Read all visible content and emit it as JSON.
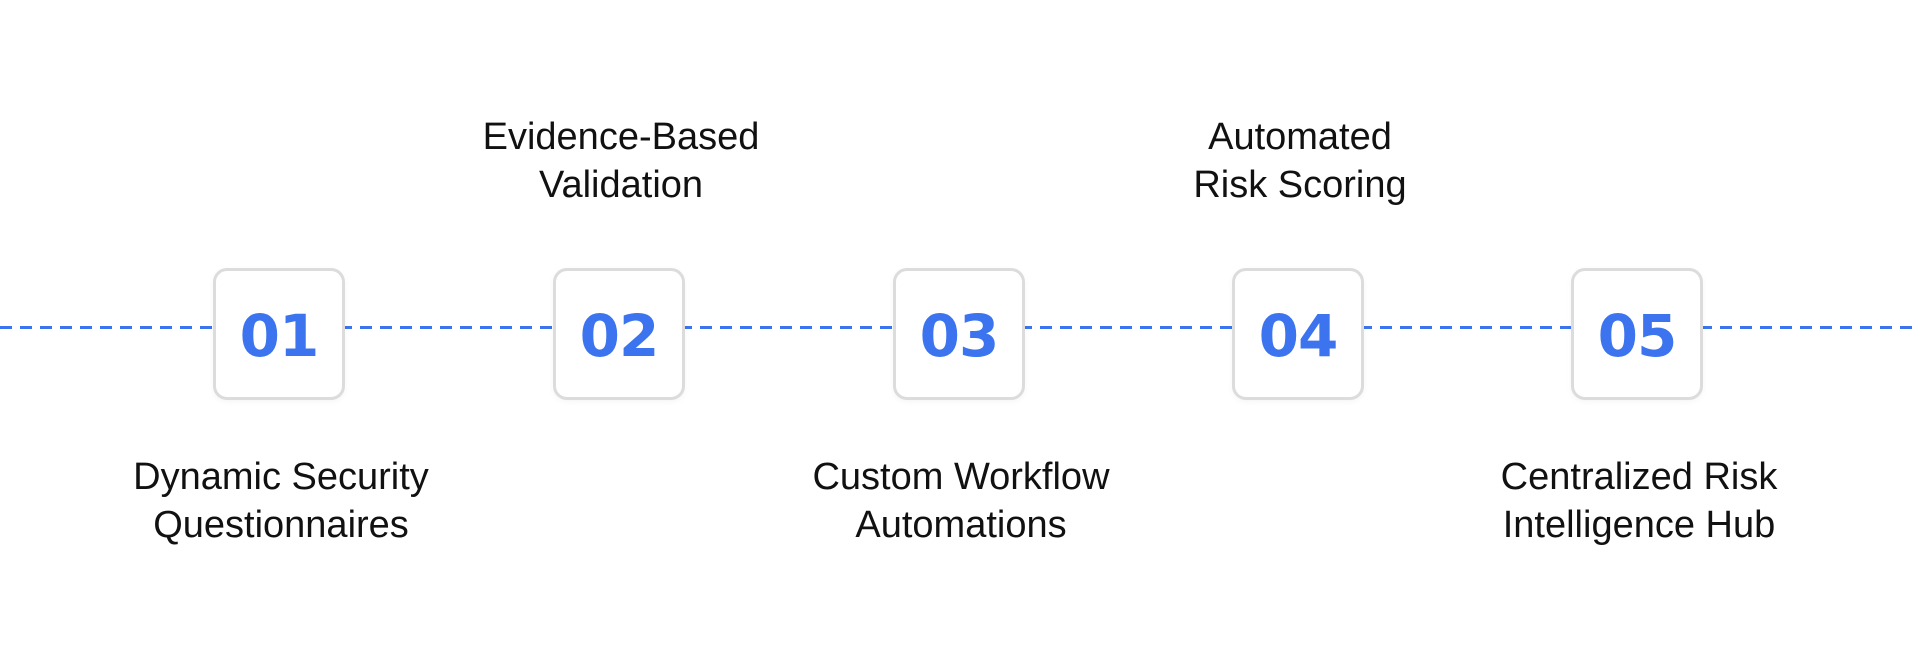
{
  "colors": {
    "accent": "#3b74ee",
    "box_border": "#dcdcdc",
    "text": "#111111"
  },
  "steps": [
    {
      "number": "01",
      "label_lines": [
        "Dynamic Security",
        "Questionnaires"
      ],
      "position": "below"
    },
    {
      "number": "02",
      "label_lines": [
        "Evidence-Based",
        "Validation"
      ],
      "position": "above"
    },
    {
      "number": "03",
      "label_lines": [
        "Custom Workflow",
        "Automations"
      ],
      "position": "below"
    },
    {
      "number": "04",
      "label_lines": [
        "Automated",
        "Risk Scoring"
      ],
      "position": "above"
    },
    {
      "number": "05",
      "label_lines": [
        "Centralized Risk",
        "Intelligence Hub"
      ],
      "position": "below"
    }
  ]
}
